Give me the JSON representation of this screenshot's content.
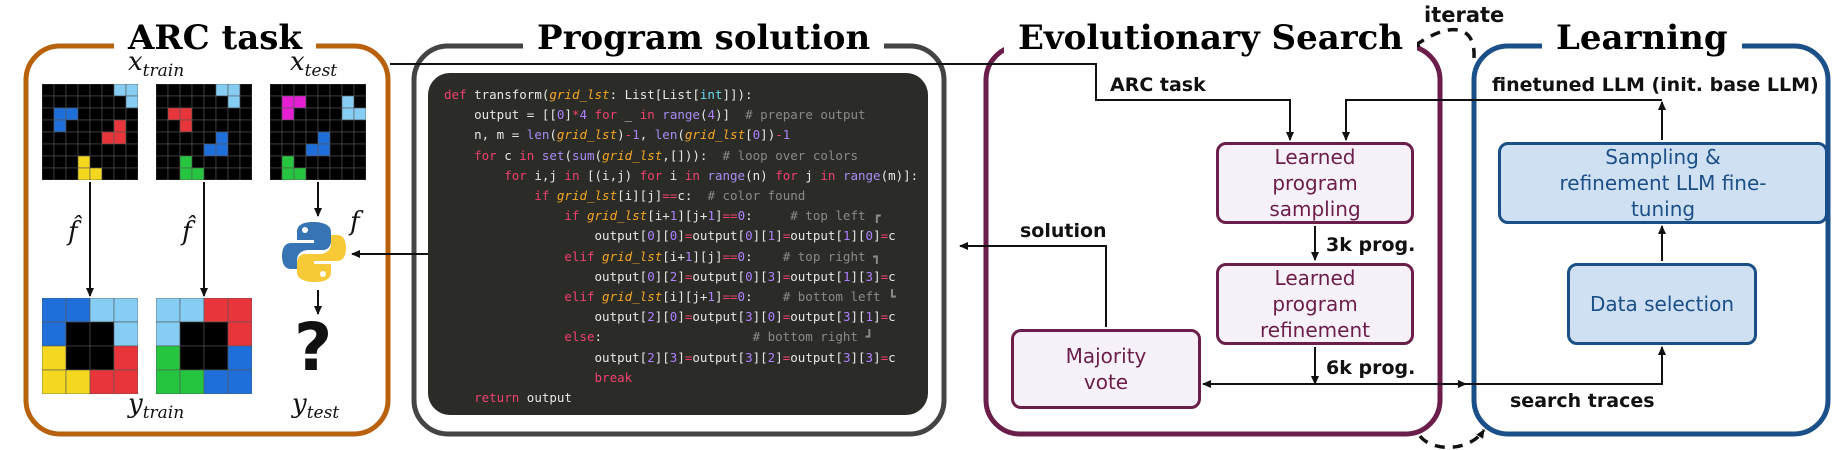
{
  "panels": {
    "arc": {
      "title": "ARC task",
      "color": "#b8620e"
    },
    "program": {
      "title": "Program solution",
      "color": "#444444"
    },
    "evo": {
      "title": "Evolutionary  Search",
      "color": "#6b1e4a"
    },
    "learning": {
      "title": "Learning",
      "color": "#1a4f87"
    }
  },
  "arc": {
    "x_train": "x",
    "x_train_sub": "train",
    "x_test": "x",
    "x_test_sub": "test",
    "f_hat": "f̂",
    "f": "f",
    "y_train": "y",
    "y_train_sub": "train",
    "y_test": "y",
    "y_test_sub": "test",
    "question_mark": "?",
    "colors": {
      "blue": "#1e6fd9",
      "cyan": "#86cdf4",
      "red": "#e8353b",
      "yellow": "#f4d820",
      "green": "#26c53f",
      "magenta": "#e61ed4",
      "black": "#000000"
    }
  },
  "code": [
    [
      [
        "kw",
        "def "
      ],
      [
        "",
        "transform("
      ],
      [
        "arg",
        "grid_lst"
      ],
      [
        "",
        ": List[List["
      ],
      [
        "ty",
        "int"
      ],
      [
        "",
        "]]):"
      ]
    ],
    [
      [
        "",
        "    output = [["
      ],
      [
        "num",
        "0"
      ],
      [
        "",
        "]"
      ],
      [
        "kw",
        "*"
      ],
      [
        "num",
        "4"
      ],
      [
        "kw",
        " for "
      ],
      [
        "",
        "_ "
      ],
      [
        "kw",
        "in "
      ],
      [
        "bi",
        "range"
      ],
      [
        "",
        "("
      ],
      [
        "num",
        "4"
      ],
      [
        "",
        ")]  "
      ],
      [
        "cm",
        "# prepare output"
      ]
    ],
    [
      [
        "",
        "    n, m = "
      ],
      [
        "bi",
        "len"
      ],
      [
        "",
        "("
      ],
      [
        "arg",
        "grid_lst"
      ],
      [
        "",
        ")"
      ],
      [
        "kw",
        "-"
      ],
      [
        "num",
        "1"
      ],
      [
        "",
        ", "
      ],
      [
        "bi",
        "len"
      ],
      [
        "",
        "("
      ],
      [
        "arg",
        "grid_lst"
      ],
      [
        "",
        "["
      ],
      [
        "num",
        "0"
      ],
      [
        "",
        "])"
      ],
      [
        "kw",
        "-"
      ],
      [
        "num",
        "1"
      ]
    ],
    [
      [
        "kw",
        "    for "
      ],
      [
        "",
        "c "
      ],
      [
        "kw",
        "in "
      ],
      [
        "bi",
        "set"
      ],
      [
        "",
        "("
      ],
      [
        "bi",
        "sum"
      ],
      [
        "",
        "("
      ],
      [
        "arg",
        "grid_lst"
      ],
      [
        "",
        ",[])):  "
      ],
      [
        "cm",
        "# loop over colors"
      ]
    ],
    [
      [
        "kw",
        "        for "
      ],
      [
        "",
        "i,j "
      ],
      [
        "kw",
        "in "
      ],
      [
        "",
        "[(i,j) "
      ],
      [
        "kw",
        "for "
      ],
      [
        "",
        "i "
      ],
      [
        "kw",
        "in "
      ],
      [
        "bi",
        "range"
      ],
      [
        "",
        "(n) "
      ],
      [
        "kw",
        "for "
      ],
      [
        "",
        "j "
      ],
      [
        "kw",
        "in "
      ],
      [
        "bi",
        "range"
      ],
      [
        "",
        "(m)]:"
      ]
    ],
    [
      [
        "kw",
        "            if "
      ],
      [
        "arg",
        "grid_lst"
      ],
      [
        "",
        "[i][j]"
      ],
      [
        "kw",
        "=="
      ],
      [
        "",
        "c:  "
      ],
      [
        "cm",
        "# color found"
      ]
    ],
    [
      [
        "kw",
        "                if "
      ],
      [
        "arg",
        "grid_lst"
      ],
      [
        "",
        "[i+"
      ],
      [
        "num",
        "1"
      ],
      [
        "",
        "][j+"
      ],
      [
        "num",
        "1"
      ],
      [
        "",
        "]"
      ],
      [
        "kw",
        "=="
      ],
      [
        "num",
        "0"
      ],
      [
        "",
        ":     "
      ],
      [
        "cm",
        "# top left ┏"
      ]
    ],
    [
      [
        "",
        "                    output["
      ],
      [
        "num",
        "0"
      ],
      [
        "",
        "]["
      ],
      [
        "num",
        "0"
      ],
      [
        "",
        "]"
      ],
      [
        "kw",
        "="
      ],
      [
        "",
        "output["
      ],
      [
        "num",
        "0"
      ],
      [
        "",
        "]["
      ],
      [
        "num",
        "1"
      ],
      [
        "",
        "]"
      ],
      [
        "kw",
        "="
      ],
      [
        "",
        "output["
      ],
      [
        "num",
        "1"
      ],
      [
        "",
        "]["
      ],
      [
        "num",
        "0"
      ],
      [
        "",
        "]"
      ],
      [
        "kw",
        "="
      ],
      [
        "",
        "c"
      ]
    ],
    [
      [
        "kw",
        "                elif "
      ],
      [
        "arg",
        "grid_lst"
      ],
      [
        "",
        "[i+"
      ],
      [
        "num",
        "1"
      ],
      [
        "",
        "][j]"
      ],
      [
        "kw",
        "=="
      ],
      [
        "num",
        "0"
      ],
      [
        "",
        ":    "
      ],
      [
        "cm",
        "# top right ┓"
      ]
    ],
    [
      [
        "",
        "                    output["
      ],
      [
        "num",
        "0"
      ],
      [
        "",
        "]["
      ],
      [
        "num",
        "2"
      ],
      [
        "",
        "]"
      ],
      [
        "kw",
        "="
      ],
      [
        "",
        "output["
      ],
      [
        "num",
        "0"
      ],
      [
        "",
        "]["
      ],
      [
        "num",
        "3"
      ],
      [
        "",
        "]"
      ],
      [
        "kw",
        "="
      ],
      [
        "",
        "output["
      ],
      [
        "num",
        "1"
      ],
      [
        "",
        "]["
      ],
      [
        "num",
        "3"
      ],
      [
        "",
        "]"
      ],
      [
        "kw",
        "="
      ],
      [
        "",
        "c"
      ]
    ],
    [
      [
        "kw",
        "                elif "
      ],
      [
        "arg",
        "grid_lst"
      ],
      [
        "",
        "[i][j+"
      ],
      [
        "num",
        "1"
      ],
      [
        "",
        "]"
      ],
      [
        "kw",
        "=="
      ],
      [
        "num",
        "0"
      ],
      [
        "",
        ":    "
      ],
      [
        "cm",
        "# bottom left ┗"
      ]
    ],
    [
      [
        "",
        "                    output["
      ],
      [
        "num",
        "2"
      ],
      [
        "",
        "]["
      ],
      [
        "num",
        "0"
      ],
      [
        "",
        "]"
      ],
      [
        "kw",
        "="
      ],
      [
        "",
        "output["
      ],
      [
        "num",
        "3"
      ],
      [
        "",
        "]["
      ],
      [
        "num",
        "0"
      ],
      [
        "",
        "]"
      ],
      [
        "kw",
        "="
      ],
      [
        "",
        "output["
      ],
      [
        "num",
        "3"
      ],
      [
        "",
        "]["
      ],
      [
        "num",
        "1"
      ],
      [
        "",
        "]"
      ],
      [
        "kw",
        "="
      ],
      [
        "",
        "c"
      ]
    ],
    [
      [
        "kw",
        "                else"
      ],
      [
        "",
        ":                    "
      ],
      [
        "cm",
        "# bottom right ┛"
      ]
    ],
    [
      [
        "",
        "                    output["
      ],
      [
        "num",
        "2"
      ],
      [
        "",
        "]["
      ],
      [
        "num",
        "3"
      ],
      [
        "",
        "]"
      ],
      [
        "kw",
        "="
      ],
      [
        "",
        "output["
      ],
      [
        "num",
        "3"
      ],
      [
        "",
        "]["
      ],
      [
        "num",
        "2"
      ],
      [
        "",
        "]"
      ],
      [
        "kw",
        "="
      ],
      [
        "",
        "output["
      ],
      [
        "num",
        "3"
      ],
      [
        "",
        "]["
      ],
      [
        "num",
        "3"
      ],
      [
        "",
        "]"
      ],
      [
        "kw",
        "="
      ],
      [
        "",
        "c"
      ]
    ],
    [
      [
        "kw",
        "                    break"
      ]
    ],
    [
      [
        "kw",
        "    return "
      ],
      [
        "",
        "output"
      ]
    ]
  ],
  "evo": {
    "arc_task_label": "ARC task",
    "sampling": "Learned program sampling",
    "refinement": "Learned program refinement",
    "majority": "Majority vote",
    "solution_label": "solution",
    "prog3k": "3k prog.",
    "prog6k": "6k prog."
  },
  "learning": {
    "finetuned_label": "finetuned LLM (init. base LLM)",
    "finetuning_box": "Sampling & refinement LLM fine-tuning",
    "data_selection": "Data selection",
    "search_traces": "search traces"
  },
  "iterate_label": "iterate"
}
